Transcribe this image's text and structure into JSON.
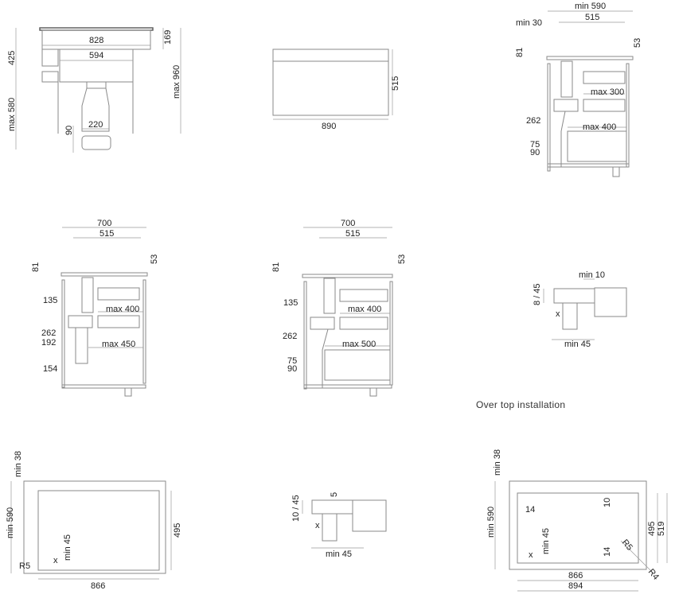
{
  "panels": {
    "side_section": {
      "d1": "828",
      "d2": "169",
      "d3": "594",
      "d4": "425",
      "d5": "max 580",
      "d6": "max 960",
      "d7": "220",
      "d8": "90"
    },
    "top_view": {
      "width": "890",
      "depth": "515"
    },
    "cabinet_a": {
      "w": "min 590",
      "w2": "515",
      "m": "min 30",
      "h1": "81",
      "h2": "53",
      "d1": "max 300",
      "d2": "262",
      "d3": "max 400",
      "d4": "75",
      "d5": "90"
    },
    "cabinet_b": {
      "w": "700",
      "w2": "515",
      "h1": "81",
      "h2": "53",
      "d1": "135",
      "d2": "max 400",
      "d3": "262",
      "d4": "192",
      "d5": "max 450",
      "d6": "154"
    },
    "cabinet_c": {
      "w": "700",
      "w2": "515",
      "h1": "81",
      "h2": "53",
      "d1": "135",
      "d2": "max 400",
      "d3": "262",
      "d4": "max 500",
      "d5": "75",
      "d6": "90"
    },
    "detail_overtop": {
      "a": "min 10",
      "b": "8 / 45",
      "c": "x",
      "d": "min 45",
      "caption": "Over top installation"
    },
    "cutout_a": {
      "a": "min 38",
      "b": "min 590",
      "c": "495",
      "d": "R5",
      "e": "x",
      "f": "min 45",
      "g": "866"
    },
    "detail_flush": {
      "a": "5",
      "b": "10 / 45",
      "c": "x",
      "d": "min 45"
    },
    "cutout_b": {
      "a": "min 38",
      "b": "min 590",
      "c": "14",
      "d": "10",
      "e": "min 45",
      "f": "x",
      "g": "14",
      "h": "R5",
      "i": "R4",
      "j": "495",
      "k": "519",
      "l": "866",
      "m": "894"
    }
  }
}
